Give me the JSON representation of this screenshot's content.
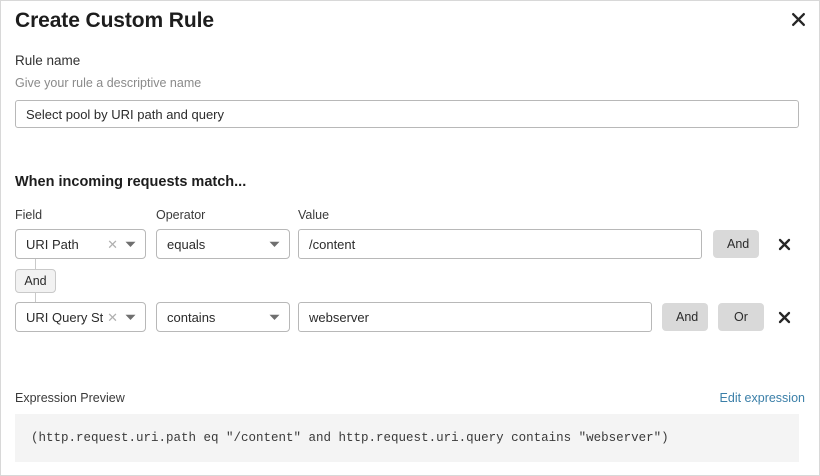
{
  "dialog": {
    "title": "Create Custom Rule",
    "close_icon": "close-icon"
  },
  "rule_name": {
    "label": "Rule name",
    "hint": "Give your rule a descriptive name",
    "value": "Select pool by URI path and query",
    "placeholder": "Select pool by URI path and query"
  },
  "conditions": {
    "heading": "When incoming requests match...",
    "columns": {
      "field": "Field",
      "operator": "Operator",
      "value": "Value"
    },
    "group_connector": "And",
    "rows": [
      {
        "field": "URI Path",
        "operator": "equals",
        "value": "/content",
        "logic_buttons": [
          "And"
        ],
        "clear_icon": "clear-icon",
        "chevron_icon": "chevron-down-icon",
        "delete_icon": "close-icon"
      },
      {
        "field": "URI Query St...",
        "operator": "contains",
        "value": "webserver",
        "logic_buttons": [
          "And",
          "Or"
        ],
        "clear_icon": "clear-icon",
        "chevron_icon": "chevron-down-icon",
        "delete_icon": "close-icon"
      }
    ]
  },
  "expression": {
    "label": "Expression Preview",
    "edit_link": "Edit expression",
    "code": "(http.request.uri.path eq \"/content\" and http.request.uri.query contains \"webserver\")"
  },
  "colors": {
    "link": "#3b7fa8",
    "button_bg": "#d9d9d9",
    "badge_bg": "#f2f2f2",
    "code_bg": "#f4f4f4",
    "border": "#b8b8b8"
  }
}
